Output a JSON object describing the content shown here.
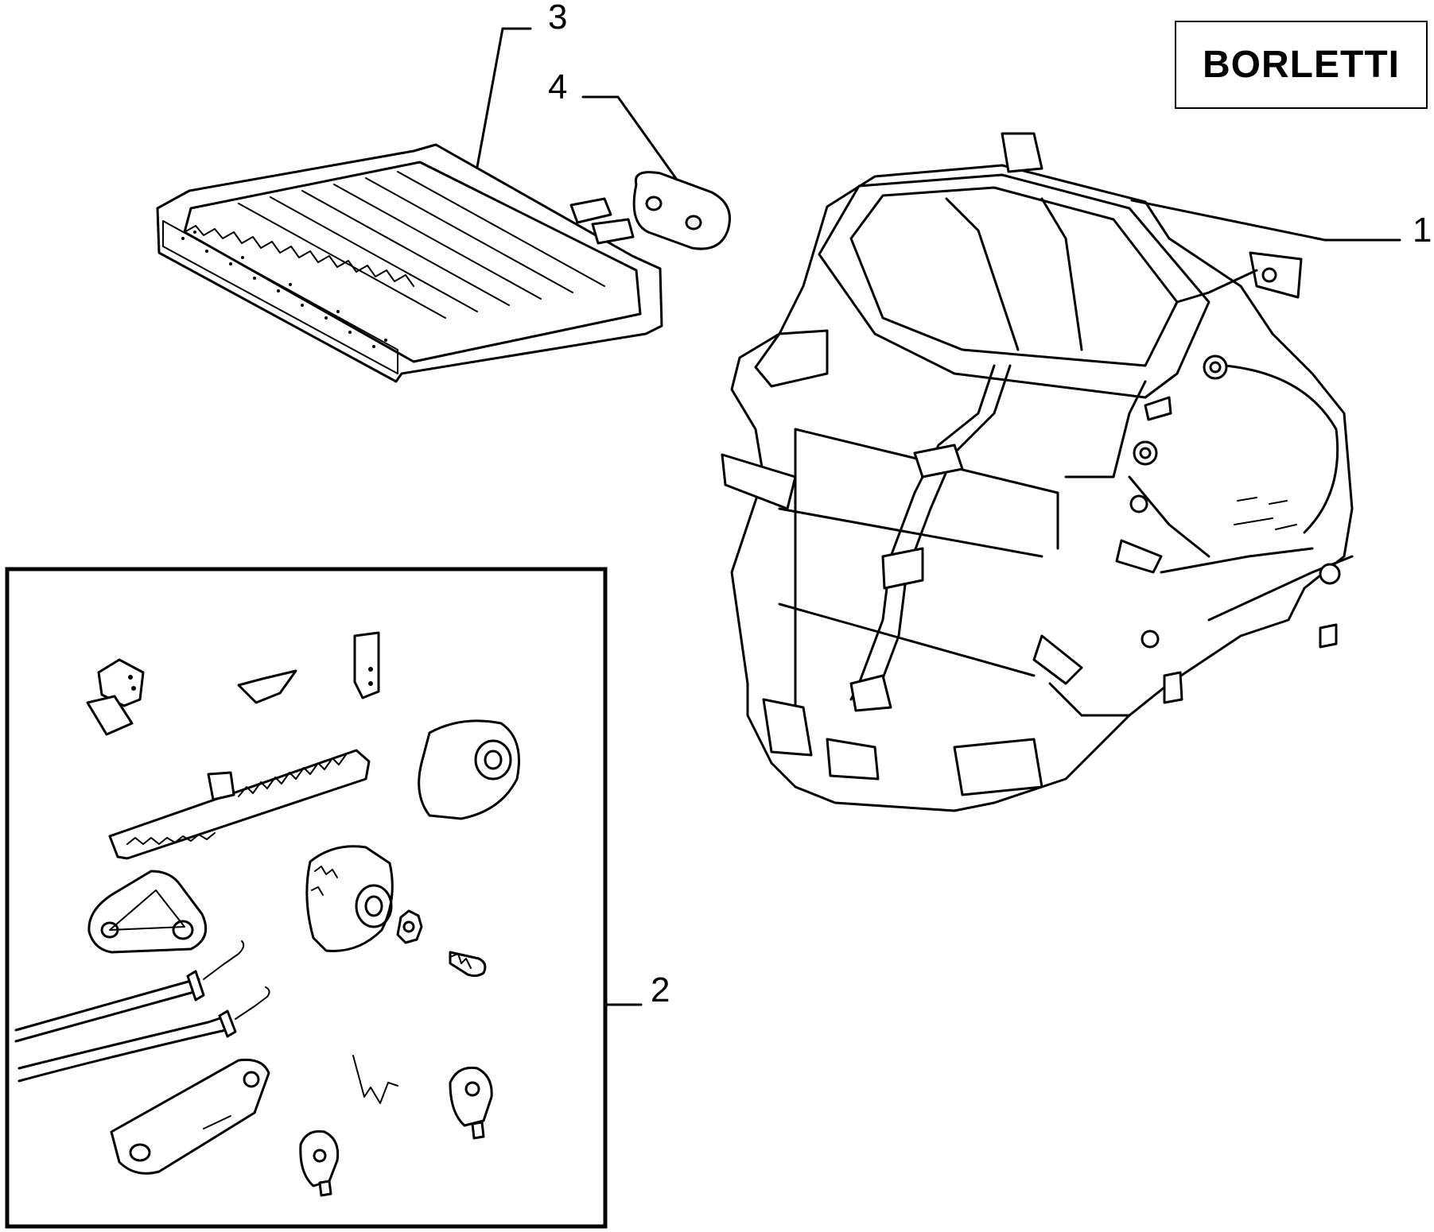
{
  "brand": {
    "label": "BORLETTI"
  },
  "callouts": [
    {
      "id": "1",
      "label": "1"
    },
    {
      "id": "2",
      "label": "2"
    },
    {
      "id": "3",
      "label": "3"
    },
    {
      "id": "4",
      "label": "4"
    }
  ],
  "icons": {
    "radiator": "heater-radiator-icon",
    "seal": "pipe-seal-gasket-icon",
    "housing": "heater-housing-icon",
    "kit": "control-linkage-kit-icon"
  },
  "colors": {
    "line": "#000000",
    "background": "#ffffff"
  }
}
